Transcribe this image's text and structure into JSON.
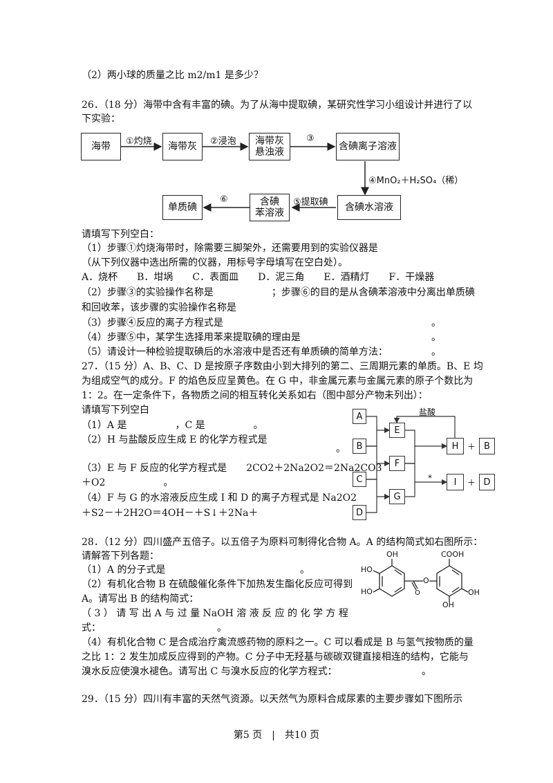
{
  "q25": {
    "p2": "（2）两小球的质量之比 m2/m1 是多少？"
  },
  "q26": {
    "intro1": "26．（18 分）海带中含有丰富的碘。为了从海中提取碘，某研究性学习小组设计并进行了以",
    "intro2": "下实验：",
    "flow": {
      "box1": "海带",
      "box2": "海带灰",
      "box3a": "海带灰",
      "box3b": "悬浊液",
      "box4": "含碘离子溶液",
      "box5": "含碘水溶液",
      "box6a": "含碘",
      "box6b": "苯溶液",
      "box7": "单质碘",
      "step1": "①灼烧",
      "step2": "②浸泡",
      "step3": "③",
      "step4": "④MnO₂＋H₂SO₄（稀）",
      "step5": "⑤提取碘",
      "step6": "⑥"
    },
    "fill": "请填写下列空白：",
    "s1a": "（1）步骤①灼烧海带时，除需要三脚架外，还需要用到的实验仪器是",
    "s1b": "（从下列仪器中选出所需的仪器，用标号字母填写在空白处）。",
    "options": "A．烧杯　　B．坩埚　　C．表面皿　　D．泥三角　　E．酒精灯　　F．干燥器",
    "s2a": "（2）步骤③的实验操作名称是　　　　　　；步骤⑥的目的是从含碘苯溶液中分离出单质碘",
    "s2b": "和回收苯，该步骤的实验操作名称是",
    "s3": "（3）步骤④反应的离子方程式是",
    "s4": "（4）步骤⑤中，某学生选择用苯来提取碘的理由是",
    "s5": "（5）请设计一种检验提取碘后的水溶液中是否还有单质碘的简单方法：",
    "period": "。"
  },
  "q27": {
    "l1": "27．（15 分）A、B、C、D 是按原子序数由小到大排列的第二、三周期元素的单质。B、E 均",
    "l2": "为组成空气的成分。F 的焰色反应呈黄色。在 G 中，非金属元素与金属元素的原子个数比为",
    "l3": "1：2。在一定条件下，各物质之间的相互转化关系如右（图中部分产物未列出）：",
    "l4": "请填写下列空白",
    "l5": "（1）A 是　　　　　，C 是　　　　　。",
    "l6": "（2）H 与盐酸反应生成 E 的化学方程式是",
    "l6end": "。",
    "l7": "（3）E 与 F 反应的化学方程式是　　2CO2＋2Na2O2＝2Na2CO3",
    "l8": "＋O2　　　　　　。",
    "l9": "（4）F 与 G 的水溶液反应生成 I 和 D 的离子方程式是 Na2O2",
    "l10": "＋S2－＋2H2O＝4OH－＋S↓＋2Na＋",
    "graph": {
      "A": "A",
      "B1": "B",
      "C": "C",
      "D1": "D",
      "E": "E",
      "F": "F",
      "G": "G",
      "H": "H",
      "B2": "B",
      "I": "I",
      "D2": "D",
      "plus1": "＋",
      "plus2": "＋",
      "acid": "盐酸",
      "star": "*"
    }
  },
  "q28": {
    "l1": "28．（12 分）四川盛产五倍子。以五倍子为原料可制得化合物 A。A 的结构简式如右图所示：",
    "l2": "请解答下列各题：",
    "l3": "（1）A 的分子式是",
    "l3end": "。",
    "l4": "（2）有机化合物 B 在硫酸催化条件下加热发生酯化反应可得到",
    "l5": "A。请写出 B 的结构简式：",
    "l6": "（ 3 ） 请 写 出 A 与 过 量 NaOH 溶 液 反 应 的 化 学 方 程",
    "l7": "式：",
    "l7end": "。",
    "l8": "（4）有机化合物 C 是合成治疗禽流感药物的原料之一。C 可以看成是 B 与氢气按物质的量",
    "l9": "之比 1：2 发生加成反应得到的产物。C 分子中无羟基与碳碳双键直接相连的结构，它能与",
    "l10": "溴水反应使溴水褪色。请写出 C 与溴水反应的化学方程式：",
    "l10end": "。",
    "struct": {
      "oh1": "OH",
      "ho2": "HO",
      "ho3": "HO",
      "cooh": "COOH",
      "oh4": "OH",
      "oh5": "OH",
      "o": "O",
      "ester_o": "O"
    }
  },
  "q29": {
    "l1": "29．（15 分）四川有丰富的天然气资源。以天然气为原料合成尿素的主要步骤如下图所示"
  },
  "footer": "第5 页　|　共10 页"
}
